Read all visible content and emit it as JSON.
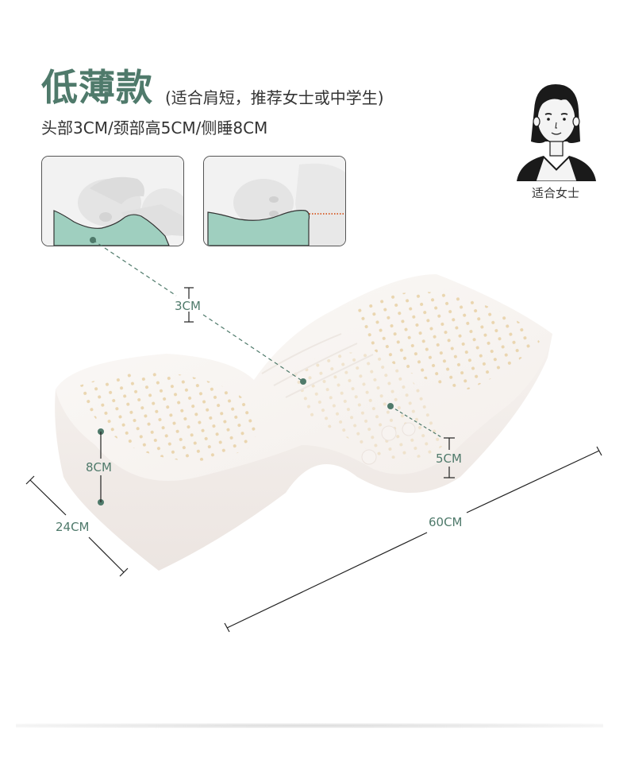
{
  "header": {
    "title": "低薄款",
    "subtitle": "(适合肩短，推荐女士或中学生)",
    "spec": "头部3CM/颈部高5CM/侧睡8CM"
  },
  "thumbnails": [
    {
      "name": "back-sleep-illustration",
      "icon": "supine-head-on-pillow"
    },
    {
      "name": "side-sleep-illustration",
      "icon": "side-head-on-pillow"
    }
  ],
  "suitable": {
    "icon": "woman-avatar-icon",
    "label": "适合女士"
  },
  "dimensions": {
    "head_height": "3CM",
    "neck_height": "5CM",
    "side_height": "8CM",
    "depth": "24CM",
    "length": "60CM"
  },
  "colors": {
    "accent": "#4f7a6b",
    "pillow_section": "#9fcfbf",
    "text": "#333333"
  }
}
